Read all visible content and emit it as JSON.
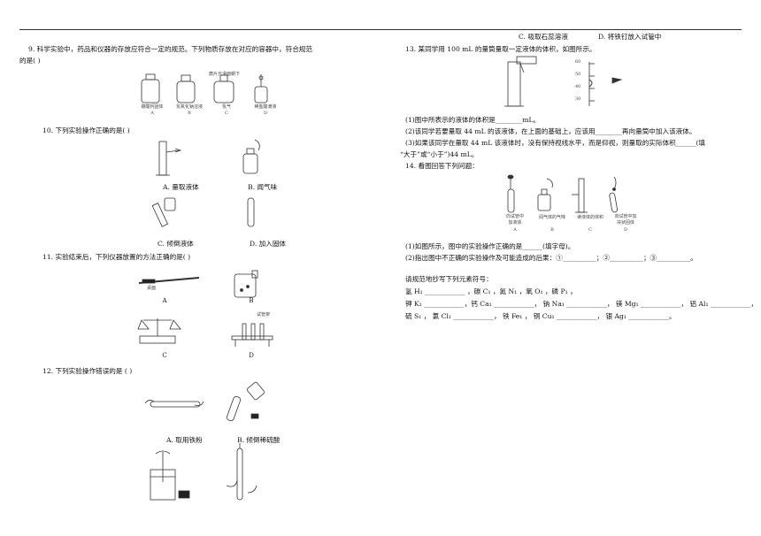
{
  "top_options": {
    "c": "C. 吸取石蕊溶液",
    "d": "D. 将铁钉放入试管中"
  },
  "q9": {
    "line1": "9. 科学实验中，药品和仪器的存放应符合一定的规范。下列物质存放在对应的容器中，符合规范",
    "line2": "的是(      )",
    "top_note": "磨片光滑面朝下",
    "labels": [
      "碳酸钙固体",
      "氢氧化钠溶液",
      "氢气",
      "稀盐酸滴液"
    ],
    "letters": [
      "A",
      "B",
      "C",
      "D"
    ]
  },
  "q10": {
    "stem": "10. 下列实验操作正确的是(      )",
    "opts": [
      "A. 量取液体",
      "B. 闻气味",
      "C. 倾倒液体",
      "D. 加入固体"
    ]
  },
  "q11": {
    "stem": "11. 实验结束后，下列仪器放置的方法正确的是(      )",
    "a_label": "桌面",
    "d_label": "试管架",
    "letters": [
      "A",
      "B",
      "C",
      "D"
    ]
  },
  "q12": {
    "stem": "12. 下列实验操作错误的是 (      )",
    "opts": [
      "A. 取用铁粉",
      "B. 倾倒稀硫酸"
    ]
  },
  "q13": {
    "stem": "13. 某同学用 100 mL 的量筒量取一定液体的体积，如图所示。",
    "ticks": [
      "60",
      "50",
      "40",
      "30"
    ],
    "p1": "(1)图中所表示的液体的体积是________mL。",
    "p2": "(2)该同学若要量取 44 mL 的该液体，在上面的基础上，应该用________再向量筒中加入该液体。",
    "p3a": "(3)如果该同学在量取 44 mL 该液体时，没有保持视线水平，而是仰视，则量取的实际体积______(填",
    "p3b": "“大于”或“小于”)44 mL。"
  },
  "q14": {
    "stem": "14. 看图回答下列问题：",
    "labels": [
      "向试管中\n加液体",
      "闻气体的气味",
      "读液体的体积",
      "向试管中加\n块状固体"
    ],
    "letters": [
      "A",
      "B",
      "C",
      "D"
    ],
    "p1": "(1)如图所示，图中的实验操作正确的是______(填字母)。",
    "p2": "(2)指出图中不正确的实验操作及可能造成的后果：①__________；②__________；③__________。"
  },
  "symbols": {
    "title": "请规范地抄写下列元素符号：",
    "row1": "氢 H₁ ____________ ，碳 C₁ ，氮 N₁ ，氧 O₁ ，磷 P₁ ，",
    "row2": "钾 K₁ ____________，钙 Ca₁ ____________，   钠 Na₁ ____________，   镁 Mg₁ ____________，   铝 Al₁ ____________，",
    "row3": "硫 S₁ ，     氯 Cl₁ ____________，      铁 Fe₁ ，     铜 Cu₁ ____________，      银 Ag₁ ____________。"
  }
}
